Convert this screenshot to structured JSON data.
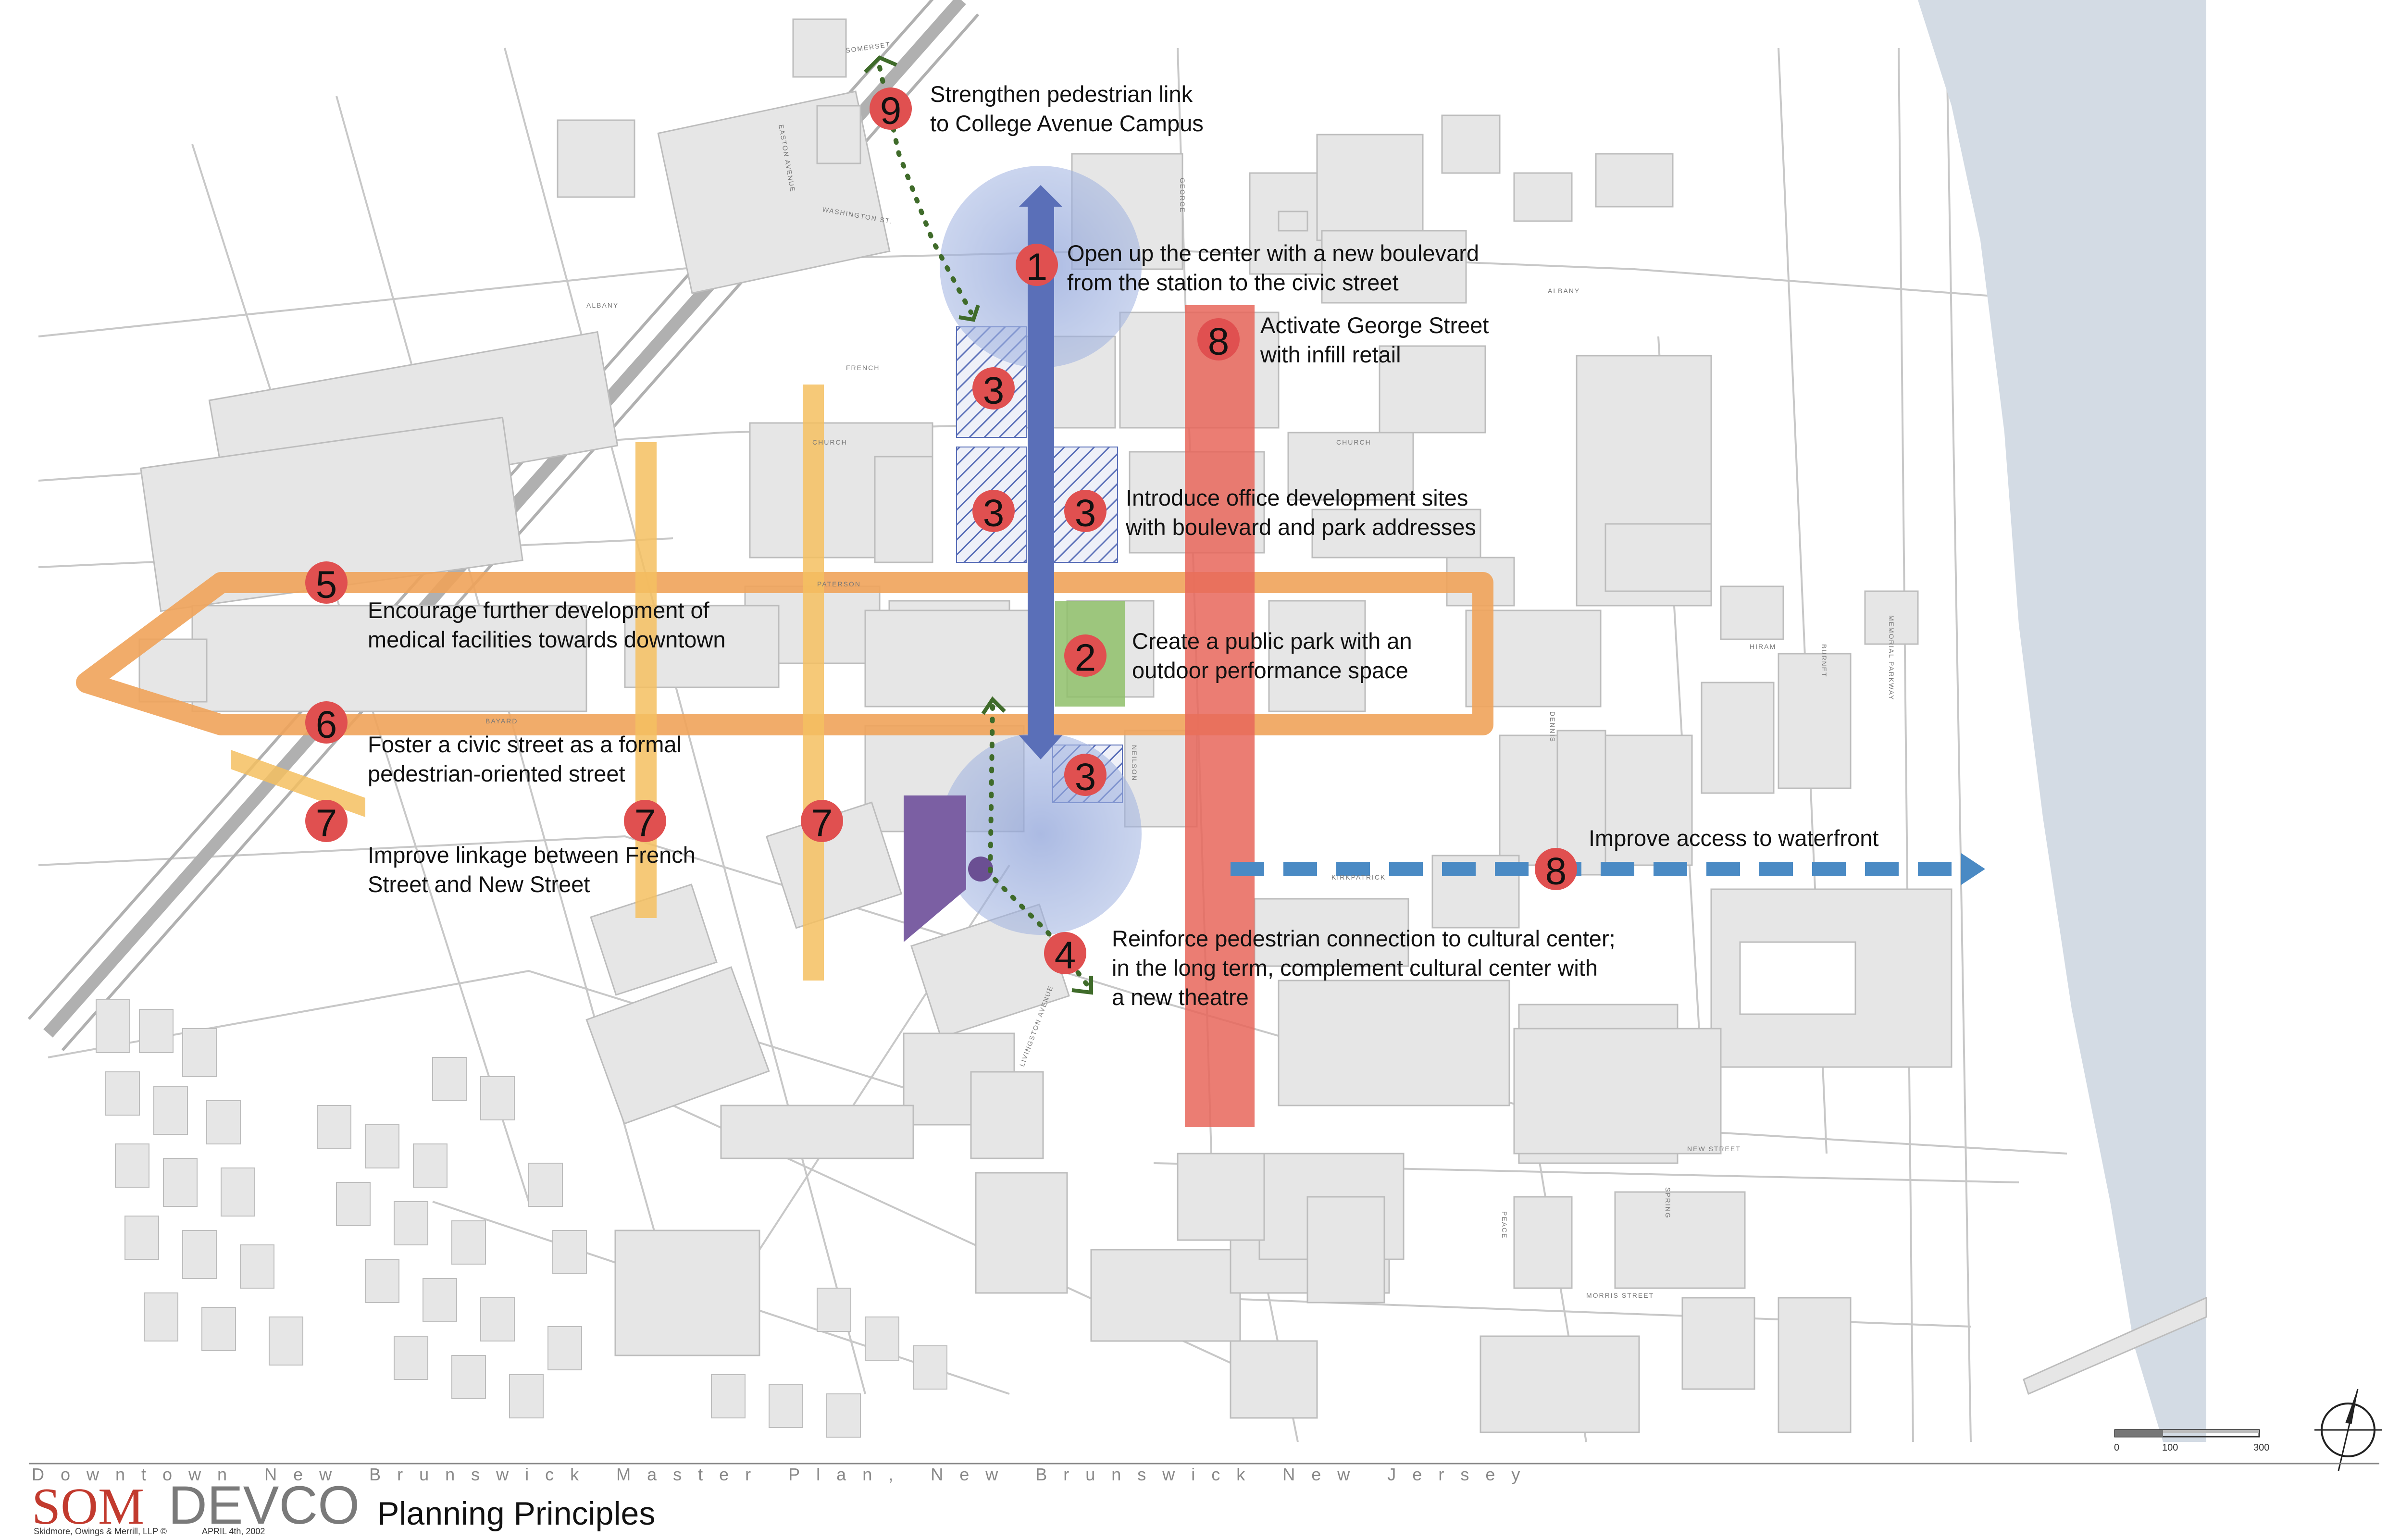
{
  "map_title": "Downtown New Brunswick Master Plan, New Brunswick New Jersey",
  "page_title": "Planning Principles",
  "branding": {
    "som": "SOM",
    "devco": "DEVCO",
    "credit": "Skidmore, Owings & Merrill, LLP ©",
    "date": "APRIL 4th, 2002"
  },
  "scale_bar": {
    "labels": [
      "0",
      "100",
      "300"
    ]
  },
  "colors": {
    "boulevard": "#5a6fb8",
    "civic_street": "#f0a35a",
    "george_street": "#e8665a",
    "linkage": "#f5c060",
    "waterfront_arrow": "#4a8ac4",
    "river": "#d3dbe4",
    "marker": "#e05050",
    "park": "#8fbf6a",
    "theatre": "#7b5fa3",
    "pedestrian_path": "#3f6b2a"
  },
  "markers": [
    {
      "number": "1"
    },
    {
      "number": "2"
    },
    {
      "number": "3"
    },
    {
      "number": "3"
    },
    {
      "number": "3"
    },
    {
      "number": "3"
    },
    {
      "number": "4"
    },
    {
      "number": "5"
    },
    {
      "number": "6"
    },
    {
      "number": "7"
    },
    {
      "number": "7"
    },
    {
      "number": "7"
    },
    {
      "number": "8"
    },
    {
      "number": "8"
    },
    {
      "number": "9"
    }
  ],
  "principles": {
    "p9": [
      "Strengthen pedestrian link",
      "to College Avenue Campus"
    ],
    "p1": [
      "Open up the center with a new boulevard",
      "from the station to the civic street"
    ],
    "p8a": [
      "Activate George Street",
      "with infill retail"
    ],
    "p3": [
      "Introduce office development sites",
      "with boulevard and park addresses"
    ],
    "p5": [
      "Encourage further development of",
      "medical facilities towards downtown"
    ],
    "p2": [
      "Create a public park with an",
      "outdoor performance space"
    ],
    "p6": [
      "Foster a civic street as a formal",
      "pedestrian-oriented street"
    ],
    "p7": [
      "Improve linkage between French",
      "Street and New Street"
    ],
    "p8b": [
      "Improve access to waterfront"
    ],
    "p4": [
      "Reinforce pedestrian connection to cultural center;",
      "in the long term, complement cultural center with",
      "a new theatre"
    ]
  },
  "streets": {
    "somerset": "SOMERSET",
    "albany_w": "ALBANY",
    "albany_e": "ALBANY",
    "french": "FRENCH",
    "church": "CHURCH",
    "church_e": "CHURCH",
    "washington": "WASHINGTON ST.",
    "easton": "EASTON AVENUE",
    "george": "GEORGE",
    "new_street": "NEW STREET",
    "morris_street": "MORRIS STREET",
    "hiram": "HIRAM",
    "livingston": "LIVINGSTON AVENUE",
    "burnet": "BURNET",
    "memorial": "MEMORIAL PARKWAY",
    "dennis": "DENNIS",
    "paterson": "PATERSON",
    "bayard": "BAYARD",
    "neilson": "NEILSON",
    "peace": "PEACE",
    "spring": "SPRING",
    "kirkpatrick": "KIRKPATRICK"
  }
}
